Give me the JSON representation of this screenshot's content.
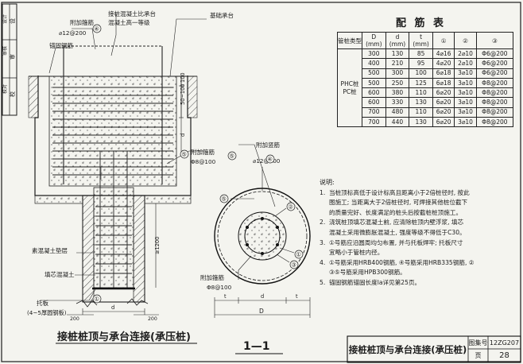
{
  "title_block_left": {
    "label_1": "审核",
    "label_2": "校对",
    "label_3": "设计",
    "sign_1": "审",
    "sign_2": "校",
    "sign_3": "设"
  },
  "elevation": {
    "label_extra_bar": "附加箍筋",
    "label_extra_bar_spec": "⌀12@200",
    "label_anchor": "锚固钢筋",
    "label_fill_concrete": "接桩混凝土比承台",
    "label_fill_concrete_2": "混凝土高一等级",
    "label_cap": "基础承台",
    "label_add_hoop": "附加箍筋",
    "label_add_hoop_spec": "Φ8@100",
    "label_plain_concrete": "素混凝土垫层",
    "label_core_concrete": "填芯混凝土",
    "label_tray": "托板",
    "label_tray_note": "(4~5厚圆钢板)",
    "dim_100": "100",
    "dim_50_100": "50~100",
    "dim_d": "d",
    "dim_ge1200": "≥1200",
    "dim_200": "200",
    "callout_2": "②",
    "callout_4": "④",
    "callout_5": "⑤",
    "callout_1": "①",
    "caption": "接桩桩顶与承台连接(承压桩)"
  },
  "section": {
    "label_extra_vertical": "附加竖筋",
    "label_extra_vertical_spec": "⌀12@200",
    "label_add_hoop": "附加箍筋",
    "label_add_hoop_spec": "Φ8@100",
    "dim_t": "t",
    "dim_d": "d",
    "dim_D": "D",
    "callout_1": "①",
    "callout_2": "②",
    "callout_3": "③",
    "callout_4": "④",
    "callout_5": "⑤",
    "caption": "1—1"
  },
  "table": {
    "title": "配 筋 表",
    "headers": [
      "管桩类型",
      "D\n(mm)",
      "d\n(mm)",
      "t\n(mm)",
      "①",
      "②",
      "③"
    ],
    "pile_type": "PHC桩\nPC桩",
    "rows": [
      [
        "300",
        "130",
        "85",
        "4⌀16",
        "2⌀10",
        "Φ6@200"
      ],
      [
        "400",
        "210",
        "95",
        "4⌀20",
        "2⌀10",
        "Φ6@200"
      ],
      [
        "500",
        "300",
        "100",
        "6⌀18",
        "3⌀10",
        "Φ6@200"
      ],
      [
        "500",
        "250",
        "125",
        "6⌀18",
        "3⌀10",
        "Φ8@200"
      ],
      [
        "600",
        "380",
        "110",
        "6⌀20",
        "3⌀10",
        "Φ8@200"
      ],
      [
        "600",
        "330",
        "130",
        "6⌀20",
        "3⌀10",
        "Φ8@200"
      ],
      [
        "700",
        "480",
        "110",
        "6⌀20",
        "3⌀10",
        "Φ8@200"
      ],
      [
        "700",
        "440",
        "130",
        "6⌀20",
        "3⌀10",
        "Φ8@200"
      ]
    ]
  },
  "notes": {
    "heading": "说明:",
    "items": [
      {
        "n": "1.",
        "lines": [
          "当桩顶标高低于设计标高且距离小于2倍桩径时, 按此",
          "图施工; 当距离大于2倍桩径时, 可焊接其他桩位截下",
          "的质量完好、长度满足的桩头后按截桩桩顶施工。"
        ]
      },
      {
        "n": "2.",
        "lines": [
          "浇筑桩顶填芯混凝土前, 应清除桩顶内壁浮浆, 填芯",
          "混凝土采用微膨胀混凝土, 强度等级不得低于C30。"
        ]
      },
      {
        "n": "3.",
        "lines": [
          "①号筋应沿圆周均匀布置, 并与托板焊牢; 托板尺寸",
          "宜略小于管桩内径。"
        ]
      },
      {
        "n": "4.",
        "lines": [
          "①号筋采用HRB400钢筋, ④号筋采用HRB335钢筋, ②",
          "③⑤号筋采用HPB300钢筋。"
        ]
      },
      {
        "n": "5.",
        "lines": [
          "锚固钢筋锚固长度la详见第25页。"
        ]
      }
    ]
  },
  "title_block": {
    "title": "接桩桩顶与承台连接(承压桩)",
    "atlas_label": "图集号",
    "atlas_no": "12ZG207",
    "page_label": "页",
    "page_no": "28"
  }
}
